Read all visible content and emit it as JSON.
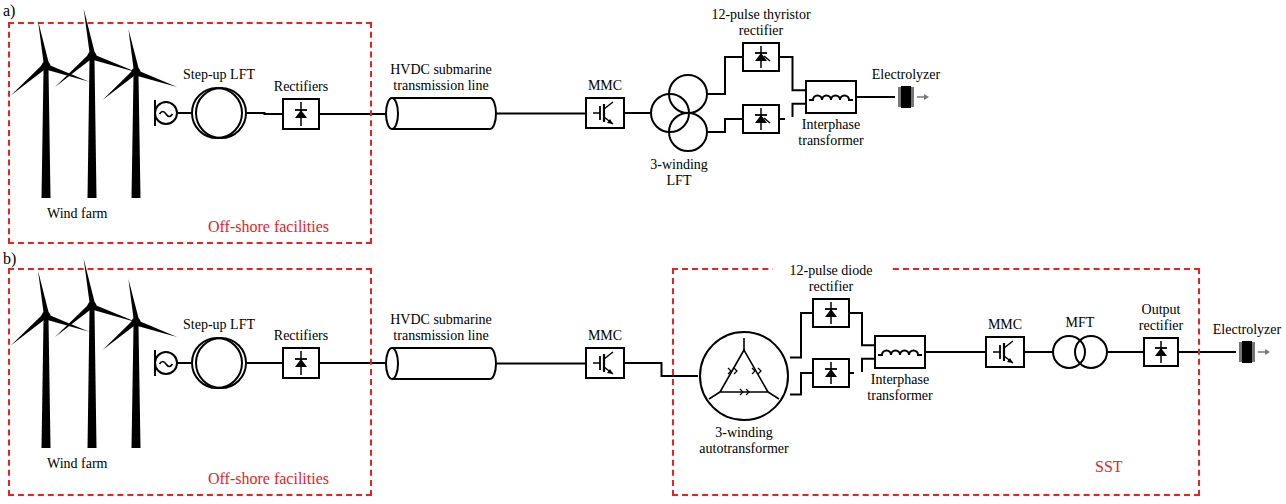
{
  "diagram": {
    "nodes": [
      {
        "text": [
          "Off-shore facilities"
        ]
      },
      {
        "text": [
          "Wind farm"
        ],
        "in": 0
      },
      {
        "text": [
          "Step-up LFT"
        ],
        "in": 0
      },
      {
        "text": [
          "Rectifiers"
        ],
        "in": 0
      },
      {
        "text": [
          "HVDC submarine transmission line"
        ]
      },
      {
        "text": [
          "MMC"
        ]
      },
      {
        "text": [
          "3-winding LFT"
        ]
      },
      {
        "text": [
          "12-pulse thyristor rectifier"
        ]
      },
      {
        "text": [
          "Interphase transformer"
        ]
      },
      {
        "text": [
          "Electrolyzer"
        ]
      },
      {
        "text": [
          "Off-shore facilities"
        ]
      },
      {
        "text": [
          "Wind farm"
        ],
        "in": 10
      },
      {
        "text": [
          "Step-up LFT"
        ],
        "in": 10
      },
      {
        "text": [
          "Rectifiers"
        ],
        "in": 10
      },
      {
        "text": [
          "HVDC submarine transmission line"
        ]
      },
      {
        "text": [
          "MMC"
        ]
      },
      {
        "text": [
          "SST"
        ]
      },
      {
        "text": [
          "3-winding autotransformer"
        ],
        "in": 16
      },
      {
        "text": [
          "12-pulse diode rectifier"
        ],
        "in": 16
      },
      {
        "text": [
          "Interphase transformer"
        ],
        "in": 16
      },
      {
        "text": [
          "MMC"
        ],
        "in": 16
      },
      {
        "text": [
          "MFT"
        ],
        "in": 16
      },
      {
        "text": [
          "Output rectifier"
        ],
        "in": 16
      },
      {
        "text": [
          "Electrolyzer"
        ]
      }
    ],
    "edges": [
      {
        "from": 1,
        "to": 2,
        "arrow": "none"
      },
      {
        "from": 2,
        "to": 3,
        "arrow": "none"
      },
      {
        "from": 3,
        "to": 4,
        "arrow": "none"
      },
      {
        "from": 4,
        "to": 5,
        "arrow": "none"
      },
      {
        "from": 5,
        "to": 6,
        "arrow": "none"
      },
      {
        "from": 6,
        "to": 7,
        "arrow": "none"
      },
      {
        "from": 7,
        "to": 8,
        "arrow": "none"
      },
      {
        "from": 8,
        "to": 9,
        "arrow": "none"
      },
      {
        "from": 11,
        "to": 12,
        "arrow": "none"
      },
      {
        "from": 12,
        "to": 13,
        "arrow": "none"
      },
      {
        "from": 13,
        "to": 14,
        "arrow": "none"
      },
      {
        "from": 14,
        "to": 15,
        "arrow": "none"
      },
      {
        "from": 15,
        "to": 17,
        "arrow": "none"
      },
      {
        "from": 17,
        "to": 18,
        "arrow": "none"
      },
      {
        "from": 18,
        "to": 19,
        "arrow": "none"
      },
      {
        "from": 19,
        "to": 20,
        "arrow": "none"
      },
      {
        "from": 20,
        "to": 21,
        "arrow": "none"
      },
      {
        "from": 21,
        "to": 22,
        "arrow": "none"
      },
      {
        "from": 22,
        "to": 23,
        "arrow": "none"
      }
    ],
    "labels": [
      "a)",
      "b)"
    ]
  }
}
